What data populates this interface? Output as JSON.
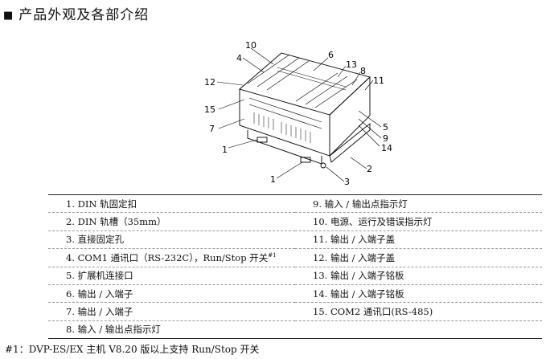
{
  "section_title": "产品外观及各部介绍",
  "callouts": [
    "10",
    "4",
    "6",
    "13",
    "8",
    "11",
    "12",
    "15",
    "7",
    "5",
    "9",
    "14",
    "1",
    "2",
    "1",
    "3"
  ],
  "parts_table": {
    "left": [
      {
        "text": "1. DIN 轨固定扣",
        "sup": ""
      },
      {
        "text": "2. DIN 轨槽（35mm）",
        "sup": ""
      },
      {
        "text": "3. 直接固定孔",
        "sup": ""
      },
      {
        "text": "4. COM1 通讯口（RS-232C），Run/Stop 开关",
        "sup": "#1"
      },
      {
        "text": "5. 扩展机连接口",
        "sup": ""
      },
      {
        "text": "6. 输出 / 入端子",
        "sup": ""
      },
      {
        "text": "7. 输出 / 入端子",
        "sup": ""
      },
      {
        "text": "8. 输入 / 输出点指示灯",
        "sup": ""
      }
    ],
    "right": [
      {
        "text": "9. 输入 / 输出点指示灯"
      },
      {
        "text": "10. 电源、运行及错误指示灯"
      },
      {
        "text": "11. 输出 / 入端子盖"
      },
      {
        "text": "12. 输出 / 入端子盖"
      },
      {
        "text": "13. 输出 / 入端子铭板"
      },
      {
        "text": "14. 输出 / 入端子铭板"
      },
      {
        "text": "15. COM2 通讯口(RS-485)"
      },
      {
        "text": ""
      }
    ]
  },
  "footnote": "#1：DVP-ES/EX 主机 V8.20 版以上支持 Run/Stop 开关"
}
